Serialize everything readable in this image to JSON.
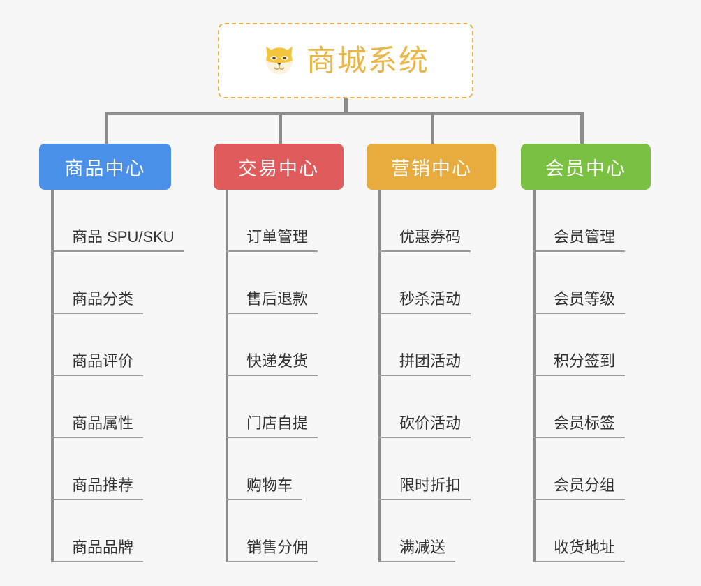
{
  "background_color": "#f7f7f7",
  "root": {
    "icon": "shiba-dog-face-icon",
    "title": "商城系统",
    "title_color": "#eab647",
    "border_color": "#e8b14c",
    "background_color": "#ffffff"
  },
  "connector_color": "#8c8c8c",
  "branches": [
    {
      "label": "商品中心",
      "color": "#4a90e8",
      "items": [
        "商品 SPU/SKU",
        "商品分类",
        "商品评价",
        "商品属性",
        "商品推荐",
        "商品品牌"
      ]
    },
    {
      "label": "交易中心",
      "color": "#e05c5c",
      "items": [
        "订单管理",
        "售后退款",
        "快递发货",
        "门店自提",
        "购物车",
        "销售分佣"
      ]
    },
    {
      "label": "营销中心",
      "color": "#e8ac3e",
      "items": [
        "优惠券码",
        "秒杀活动",
        "拼团活动",
        "砍价活动",
        "限时折扣",
        "满减送"
      ]
    },
    {
      "label": "会员中心",
      "color": "#7ac143",
      "items": [
        "会员管理",
        "会员等级",
        "积分签到",
        "会员标签",
        "会员分组",
        "收货地址"
      ]
    }
  ]
}
